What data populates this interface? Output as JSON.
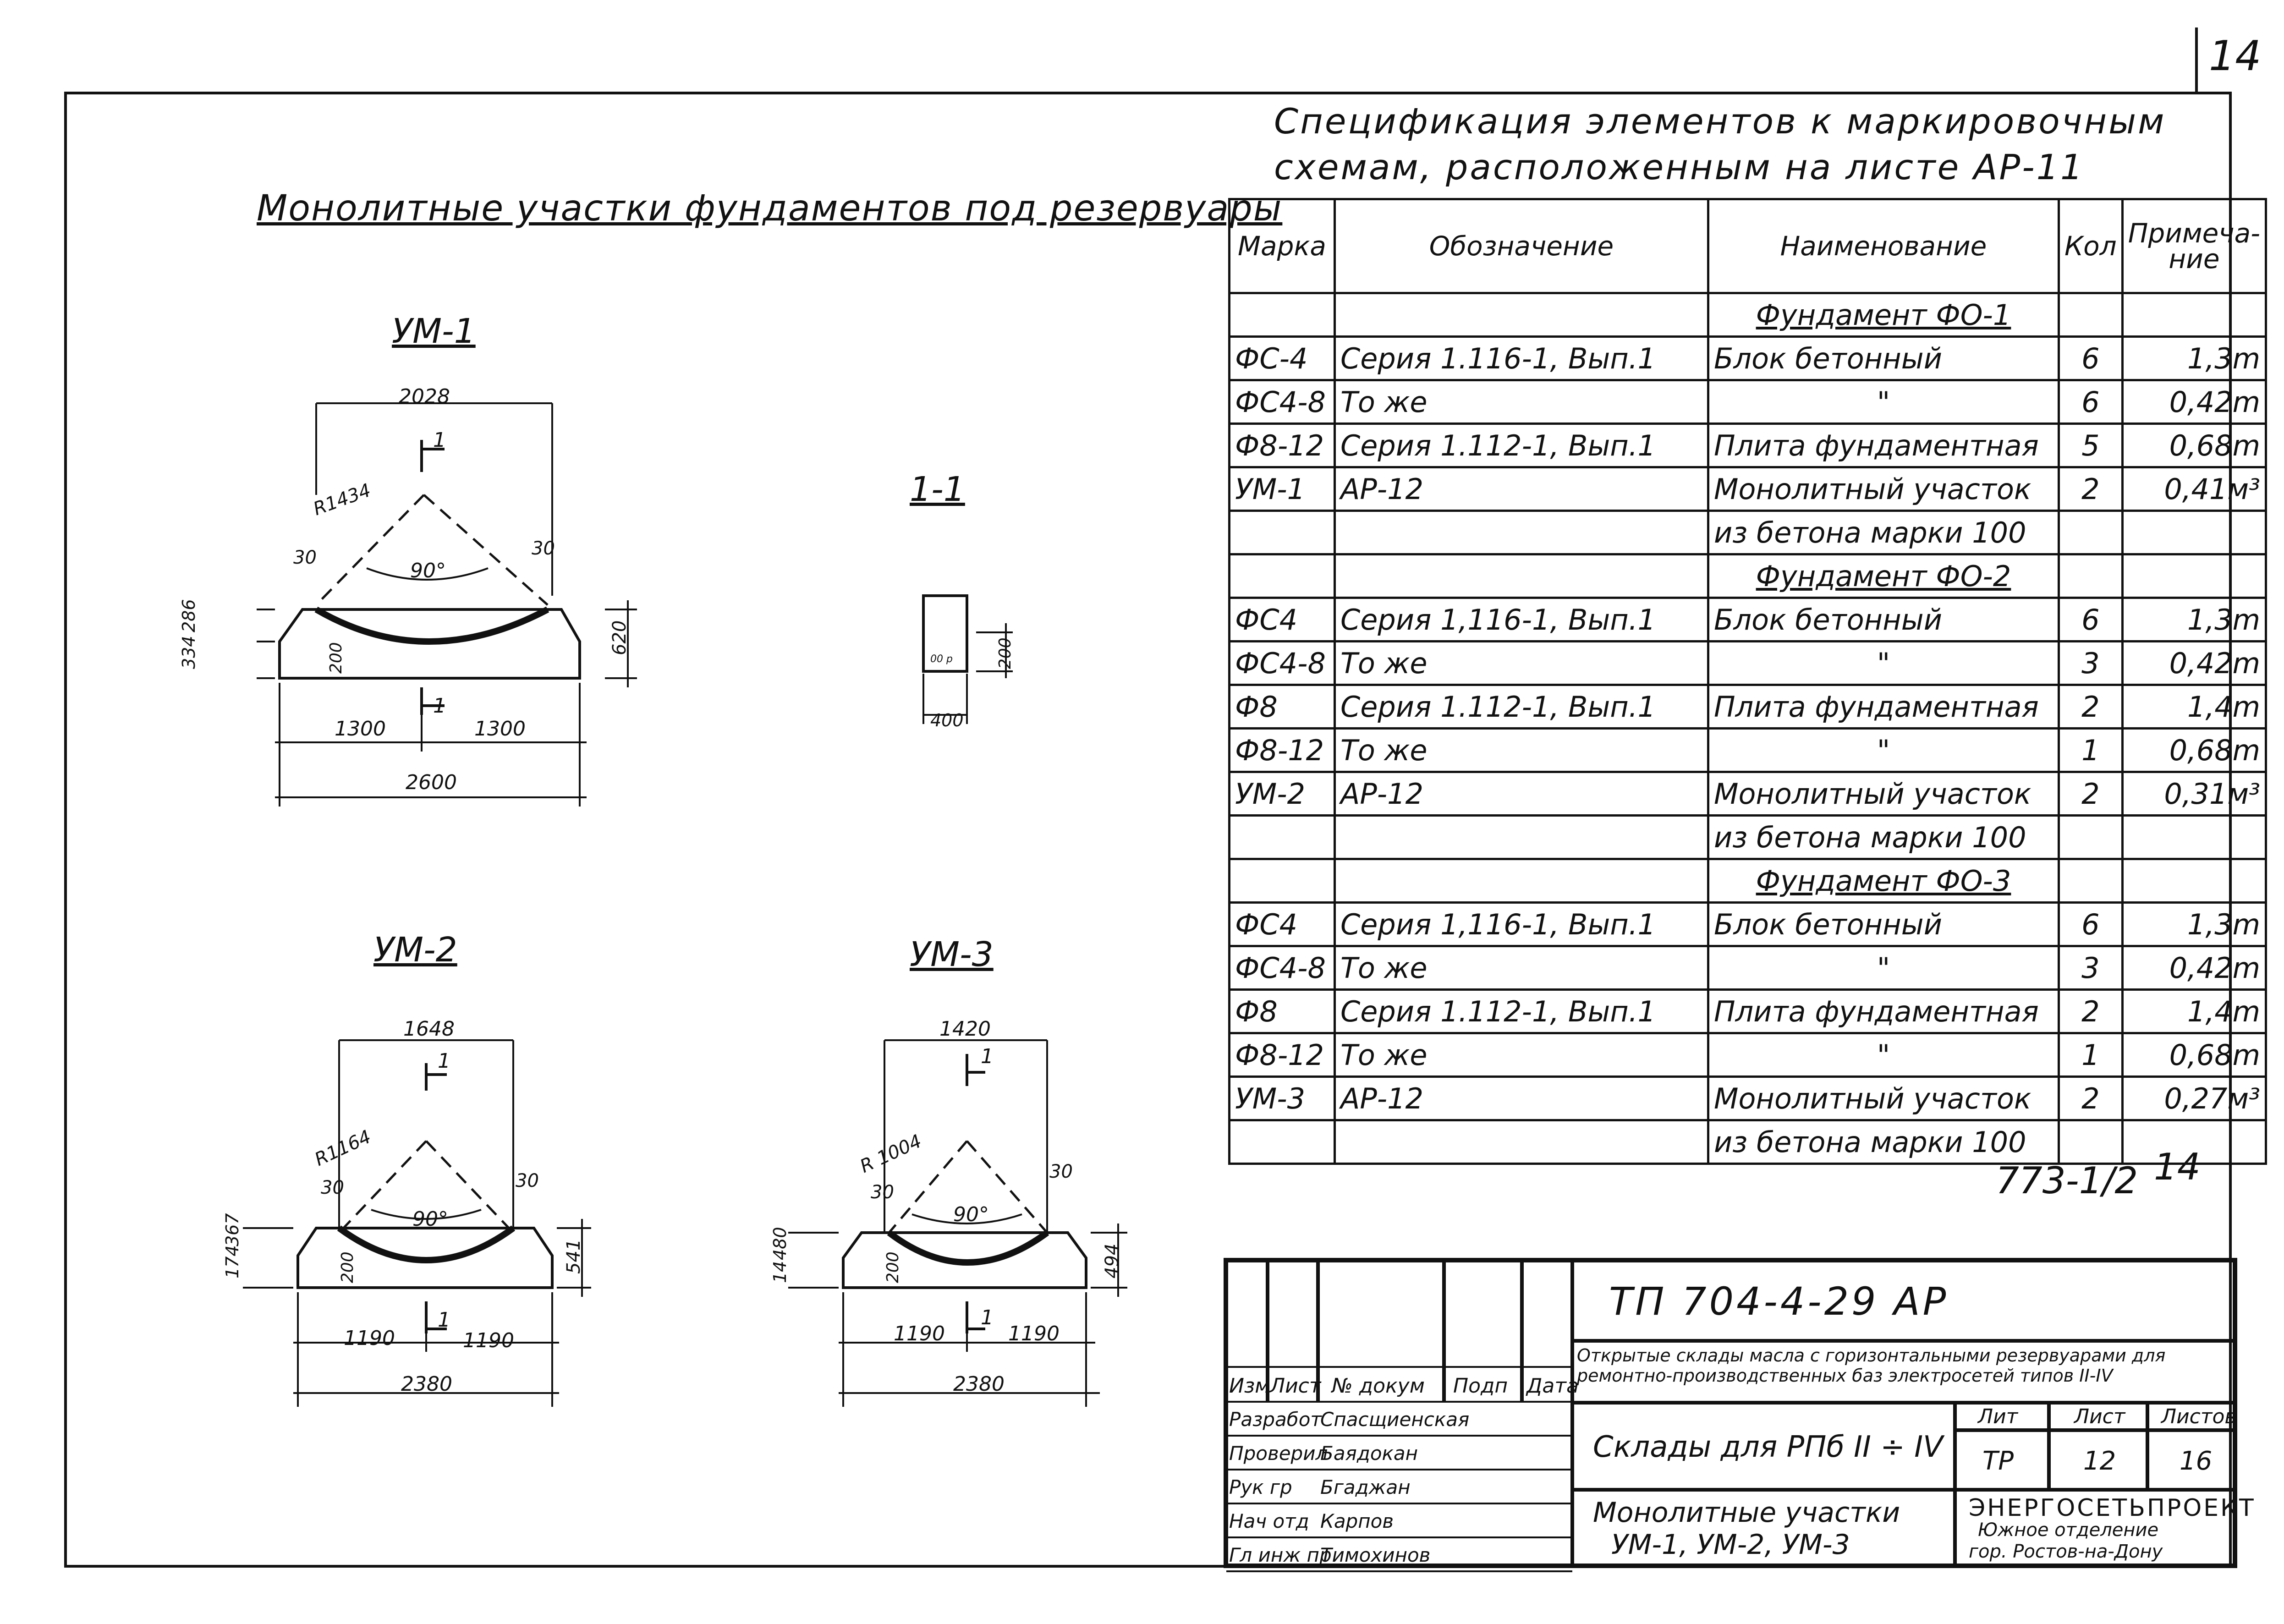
{
  "sheet_number": "14",
  "drawing_title": "Монолитные участки фундаментов под резервуары",
  "views": {
    "um1": {
      "label": "УМ-1",
      "top_dim": "2028",
      "radius": "R1434",
      "angle": "90°",
      "side_a": "30",
      "side_b": "30",
      "h_left_a": "334",
      "h_left_b": "286",
      "h_right": "620",
      "base_h": "200",
      "half_l": "1300",
      "half_r": "1300",
      "total": "2600",
      "section_mark": "1"
    },
    "section": {
      "label": "1-1",
      "w": "400",
      "h": "200",
      "note": "00 р"
    },
    "um2": {
      "label": "УМ-2",
      "top_dim": "1648",
      "radius": "R1164",
      "angle": "90°",
      "side_a": "30",
      "side_b": "30",
      "h_left_a": "174",
      "h_left_b": "367",
      "h_right": "541",
      "base_h": "200",
      "half_l": "1190",
      "half_r": "1190",
      "total": "2380",
      "section_mark": "1"
    },
    "um3": {
      "label": "УМ-3",
      "top_dim": "1420",
      "radius": "R 1004",
      "angle": "90°",
      "side_a": "30",
      "side_b": "30",
      "h_left_a": "14",
      "h_left_b": "480",
      "h_right": "494",
      "base_h": "200",
      "half_l": "1190",
      "half_r": "1190",
      "total": "2380",
      "section_mark": "1"
    }
  },
  "spec": {
    "title_line1": "Спецификация элементов к маркировочным",
    "title_line2": "схемам, расположенным на листе АР-11",
    "headers": {
      "mark": "Марка",
      "designation": "Обозначение",
      "name": "Наименование",
      "qty": "Кол",
      "note": "Примеча-ние"
    },
    "rows": [
      {
        "mark": "",
        "designation": "",
        "name": "Фундамент ФО-1",
        "qty": "",
        "note": "",
        "section": true
      },
      {
        "mark": "ФС-4",
        "designation": "Серия 1.116-1, Вып.1",
        "name": "Блок бетонный",
        "qty": "6",
        "note": "1,3m"
      },
      {
        "mark": "ФС4-8",
        "designation": "То же",
        "name": "\"",
        "qty": "6",
        "note": "0,42m"
      },
      {
        "mark": "Ф8-12",
        "designation": "Серия 1.112-1, Вып.1",
        "name": "Плита фундаментная",
        "qty": "5",
        "note": "0,68m"
      },
      {
        "mark": "УМ-1",
        "designation": "АР-12",
        "name": "Монолитный участок",
        "qty": "2",
        "note": "0,41м³"
      },
      {
        "mark": "",
        "designation": "",
        "name": "из бетона марки 100",
        "qty": "",
        "note": ""
      },
      {
        "mark": "",
        "designation": "",
        "name": "Фундамент ФО-2",
        "qty": "",
        "note": "",
        "section": true
      },
      {
        "mark": "ФС4",
        "designation": "Серия 1,116-1, Вып.1",
        "name": "Блок бетонный",
        "qty": "6",
        "note": "1,3m"
      },
      {
        "mark": "ФС4-8",
        "designation": "То же",
        "name": "\"",
        "qty": "3",
        "note": "0,42m"
      },
      {
        "mark": "Ф8",
        "designation": "Серия 1.112-1, Вып.1",
        "name": "Плита фундаментная",
        "qty": "2",
        "note": "1,4m"
      },
      {
        "mark": "Ф8-12",
        "designation": "То же",
        "name": "\"",
        "qty": "1",
        "note": "0,68m"
      },
      {
        "mark": "УМ-2",
        "designation": "АР-12",
        "name": "Монолитный участок",
        "qty": "2",
        "note": "0,31м³"
      },
      {
        "mark": "",
        "designation": "",
        "name": "из бетона марки 100",
        "qty": "",
        "note": ""
      },
      {
        "mark": "",
        "designation": "",
        "name": "Фундамент ФО-3",
        "qty": "",
        "note": "",
        "section": true
      },
      {
        "mark": "ФС4",
        "designation": "Серия 1,116-1, Вып.1",
        "name": "Блок бетонный",
        "qty": "6",
        "note": "1,3m"
      },
      {
        "mark": "ФС4-8",
        "designation": "То же",
        "name": "\"",
        "qty": "3",
        "note": "0,42m"
      },
      {
        "mark": "Ф8",
        "designation": "Серия 1.112-1, Вып.1",
        "name": "Плита фундаментная",
        "qty": "2",
        "note": "1,4m"
      },
      {
        "mark": "Ф8-12",
        "designation": "То же",
        "name": "\"",
        "qty": "1",
        "note": "0,68m"
      },
      {
        "mark": "УМ-3",
        "designation": "АР-12",
        "name": "Монолитный участок",
        "qty": "2",
        "note": "0,27м³"
      },
      {
        "mark": "",
        "designation": "",
        "name": "из бетона марки 100",
        "qty": "",
        "note": ""
      }
    ]
  },
  "archive_no": "773-1/2",
  "stamp": {
    "doc_code": "ТП 704-4-29 АР",
    "project": "Открытые склады масла с горизонтальными резервуарами для ремонтно-производственных баз электросетей типов II-IV",
    "object": "Склады для РПб II ÷ IV",
    "sheet_title_1": "Монолитные участки",
    "sheet_title_2": "УМ-1, УМ-2, УМ-3",
    "hdr": {
      "izm": "Изм",
      "list": "Лист",
      "doc": "№ докум",
      "sign": "Подп",
      "date": "Дата",
      "stage": "Лит",
      "sheet": "Лист",
      "sheets": "Листов"
    },
    "stage": "ТР",
    "sheet_no": "12",
    "sheets_total": "16",
    "roles": [
      {
        "role": "Разработ",
        "name": "Спасщиенская"
      },
      {
        "role": "Проверил",
        "name": "Баядокан"
      },
      {
        "role": "Рук гр",
        "name": "Бгаджан"
      },
      {
        "role": "Нач отд",
        "name": "Карпов"
      },
      {
        "role": "Гл инж пр",
        "name": "Тимохинов"
      }
    ],
    "org_1": "ЭНЕРГОСЕТЬПРОЕКТ",
    "org_2": "Южное отделение",
    "org_3": "гор. Ростов-на-Дону"
  }
}
